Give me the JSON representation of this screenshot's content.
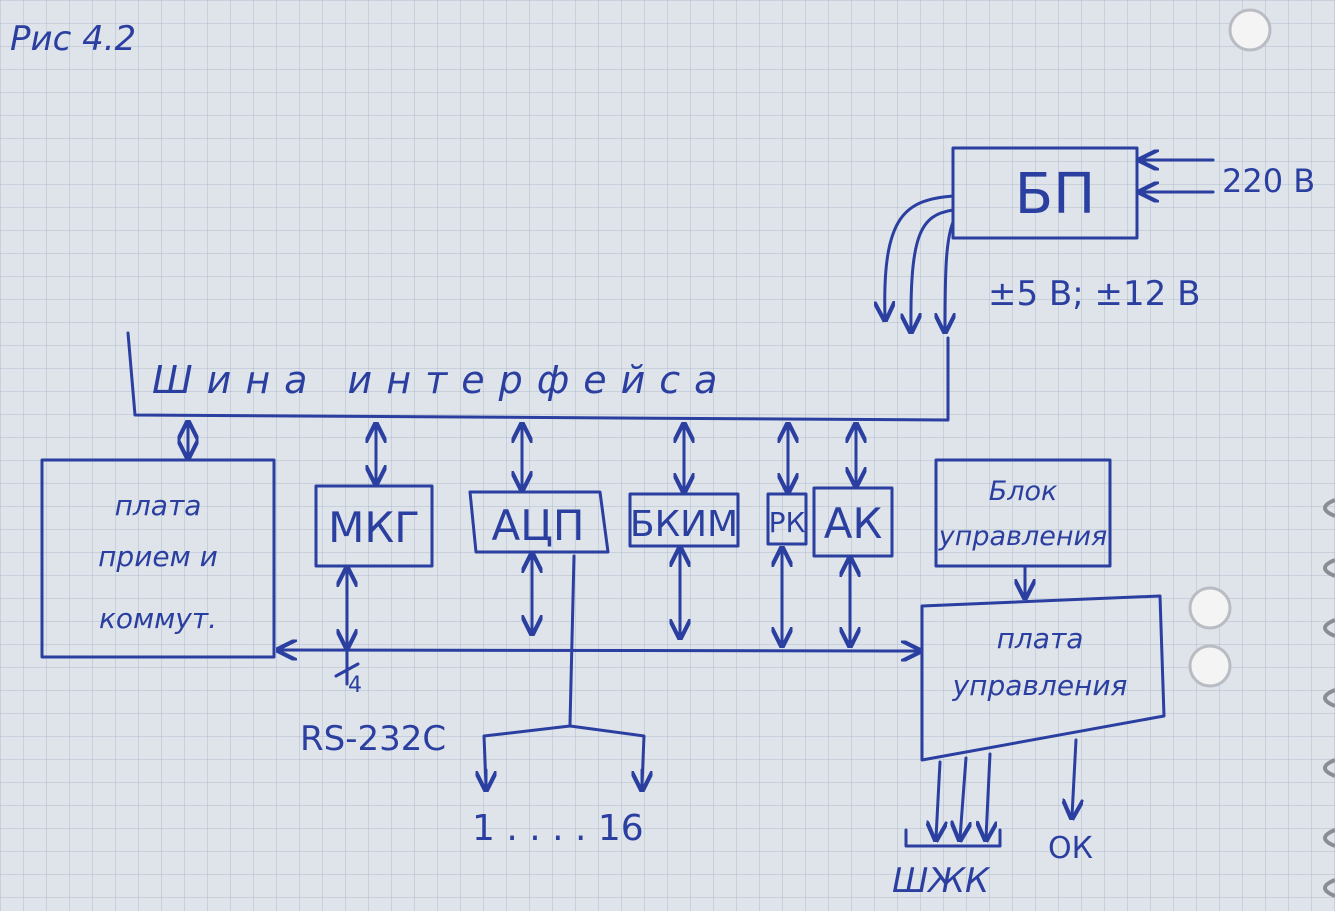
{
  "figure_caption": "Рис 4.2",
  "blocks": {
    "power_supply": "БП",
    "interface_bus": "Шина интерфейса",
    "computer_board": [
      "плата",
      "прием и",
      "коммут."
    ],
    "mkg": "МКГ",
    "adc": "АЦП",
    "bkim": "БКИМ",
    "rk": "РК",
    "ak": "АК",
    "control_unit": [
      "Блок",
      "управления"
    ],
    "control_board": [
      "плата",
      "управления"
    ]
  },
  "labels": {
    "mains_voltage": "220 В",
    "supply_voltages": "±5 В; ±12 В",
    "rs232": "RS-232С",
    "channel_range": "1 . . . . 16",
    "bottom_left_outputs": "ШЖК",
    "bottom_right_output": "ОК",
    "line_count": "4"
  }
}
